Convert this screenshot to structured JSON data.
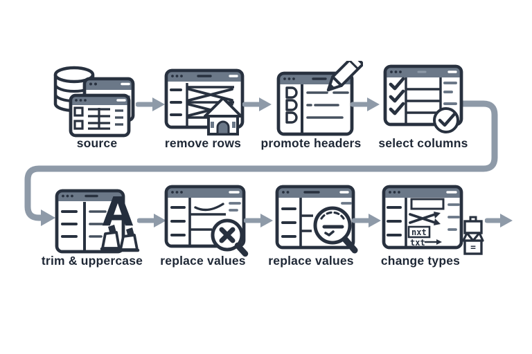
{
  "diagram": {
    "type": "flow-pipeline",
    "rows": 2,
    "steps": [
      {
        "label": "source",
        "icon": "database-source-icon",
        "row": 1,
        "order": 1
      },
      {
        "label": "remove rows",
        "icon": "remove-rows-icon",
        "row": 1,
        "order": 2
      },
      {
        "label": "promote headers",
        "icon": "promote-headers-icon",
        "row": 1,
        "order": 3
      },
      {
        "label": "select columns",
        "icon": "select-columns-icon",
        "row": 1,
        "order": 4
      },
      {
        "label": "trim & uppercase",
        "icon": "trim-uppercase-icon",
        "row": 2,
        "order": 5
      },
      {
        "label": "replace values",
        "icon": "replace-values-x-icon",
        "row": 2,
        "order": 6
      },
      {
        "label": "replace values",
        "icon": "replace-values-find-icon",
        "row": 2,
        "order": 7
      },
      {
        "label": "change types",
        "icon": "change-types-icon",
        "row": 2,
        "order": 8
      }
    ],
    "icon_texts": {
      "uppercase_letter": "A",
      "type_sample_1": "nxt",
      "type_sample_2": "txt",
      "equals_sign": "="
    },
    "colors": {
      "background": "#ffffff",
      "outline": "#28313f",
      "titlebar": "#6b7888",
      "table_line": "#46515f",
      "arrow": "#8e9aa8",
      "label_text": "#1e2735"
    }
  }
}
